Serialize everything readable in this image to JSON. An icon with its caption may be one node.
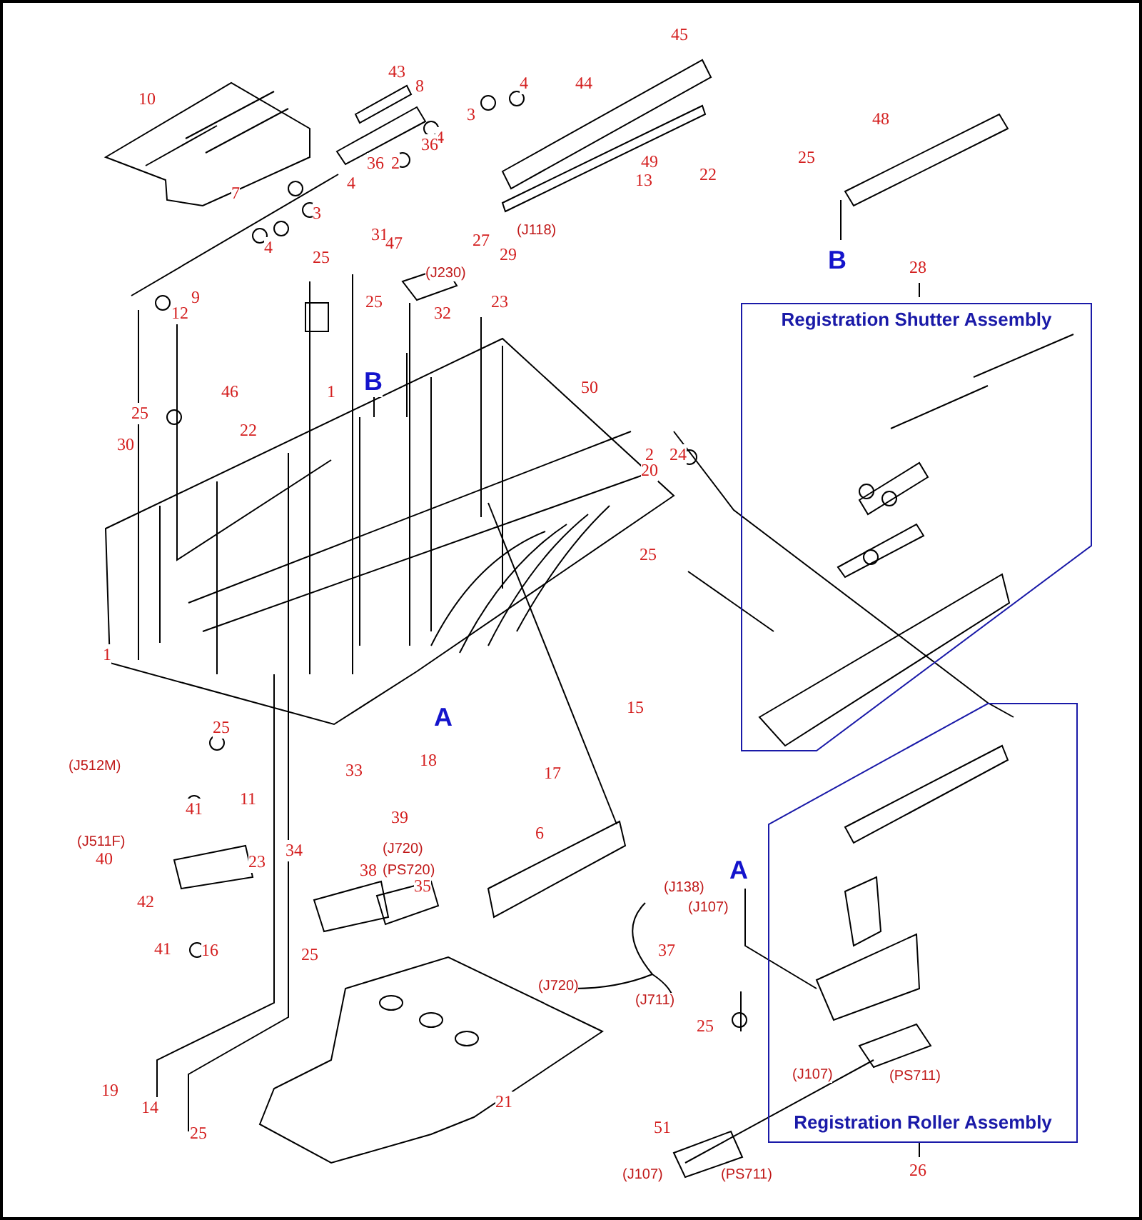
{
  "diagram": {
    "nodes": [
      {
        "text": [
          "Registration Shutter Assembly"
        ],
        "beside": [
          "28"
        ]
      },
      {
        "text": [
          "Registration Roller Assembly"
        ],
        "beside": [
          "26"
        ]
      }
    ],
    "labels": [
      "45",
      "43",
      "8",
      "4",
      "44",
      "10",
      "3",
      "48",
      "4",
      "36",
      "36",
      "2",
      "49",
      "25",
      "4",
      "22",
      "13",
      "7",
      "3",
      "4",
      "31",
      "47",
      "27",
      "(J118)",
      "25",
      "29",
      "(J230)",
      "B",
      "9",
      "25",
      "23",
      "12",
      "32",
      "B",
      "46",
      "1",
      "50",
      "25",
      "22",
      "30",
      "2",
      "24",
      "20",
      "25",
      "1",
      "15",
      "A",
      "25",
      "18",
      "17",
      "(J512M)",
      "11",
      "33",
      "41",
      "39",
      "6",
      "(J511F)",
      "40",
      "34",
      "(J720)",
      "38",
      "(PS720)",
      "23",
      "35",
      "A",
      "(J138)",
      "(J107)",
      "42",
      "41",
      "16",
      "25",
      "37",
      "(J720)",
      "(J711)",
      "25",
      "(J107)",
      "(PS711)",
      "19",
      "14",
      "21",
      "25",
      "51",
      "(J107)",
      "(PS711)"
    ]
  }
}
